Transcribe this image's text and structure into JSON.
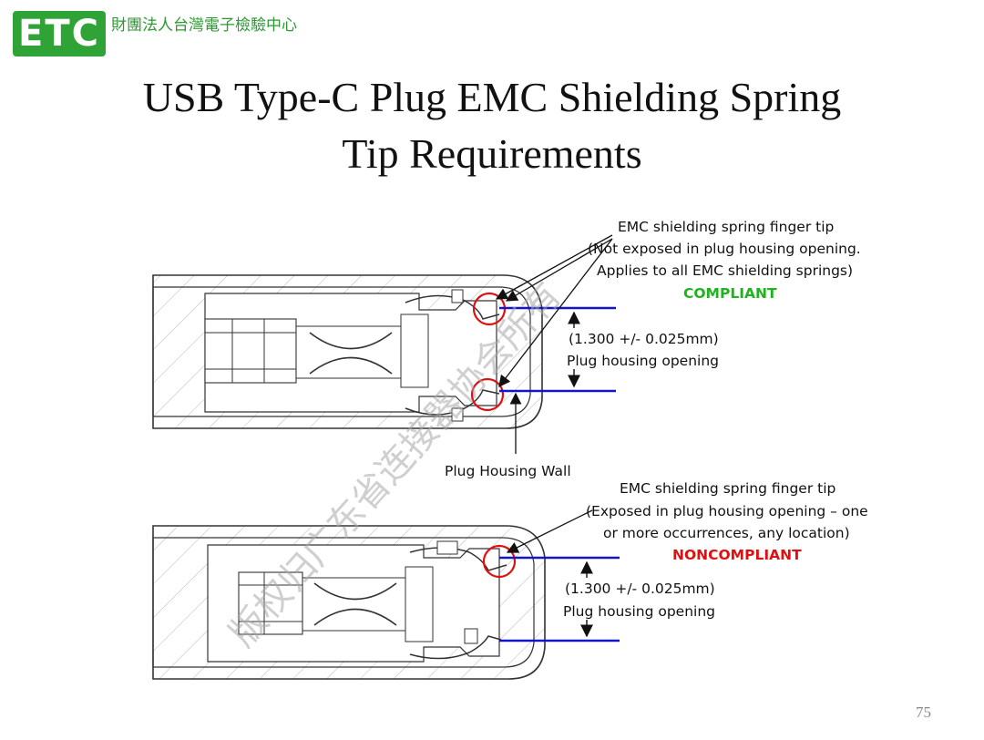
{
  "header": {
    "logo_text": "ETC",
    "org_name": "財團法人台灣電子檢驗中心"
  },
  "title": {
    "line1": "USB Type-C Plug EMC Shielding Spring",
    "line2": "Tip Requirements"
  },
  "figure_top": {
    "tip_label_1": "EMC shielding spring finger tip",
    "tip_label_2": "(Not exposed in plug housing opening.",
    "tip_label_3": "Applies to all EMC shielding springs)",
    "status": "COMPLIANT",
    "dim_label": "(1.300 +/- 0.025mm)",
    "opening_label": "Plug housing opening",
    "wall_label": "Plug Housing Wall"
  },
  "figure_bottom": {
    "tip_label_1": "EMC shielding spring finger tip",
    "tip_label_2": "(Exposed in plug housing opening – one",
    "tip_label_3": "or more occurrences, any location)",
    "status": "NONCOMPLIANT",
    "dim_label": "(1.300 +/- 0.025mm)",
    "opening_label": "Plug housing opening"
  },
  "watermark": {
    "text": "版权归广东省连接器协会所有"
  },
  "page_number": "75",
  "colors": {
    "logo_green": "#2fa336",
    "compliant_green": "#1fb31f",
    "noncompliant_red": "#e01010",
    "dimension_blue": "#1414c8"
  }
}
